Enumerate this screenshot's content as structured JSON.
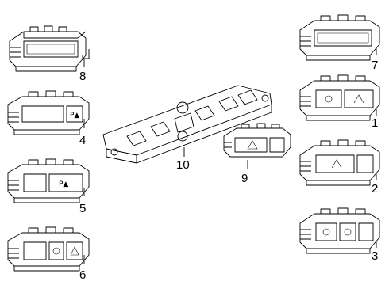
{
  "diagram": {
    "parts": [
      {
        "id": "switch-8",
        "label": "8",
        "kind": "display-switch"
      },
      {
        "id": "switch-4",
        "label": "4",
        "kind": "parking-switch"
      },
      {
        "id": "switch-5",
        "label": "5",
        "kind": "parking-switch"
      },
      {
        "id": "switch-6",
        "label": "6",
        "kind": "triple-switch"
      },
      {
        "id": "bracket-10",
        "label": "10",
        "kind": "mounting-bracket"
      },
      {
        "id": "switch-9",
        "label": "9",
        "kind": "hazard-switch"
      },
      {
        "id": "switch-7",
        "label": "7",
        "kind": "display-switch"
      },
      {
        "id": "switch-1",
        "label": "1",
        "kind": "dual-switch"
      },
      {
        "id": "switch-2",
        "label": "2",
        "kind": "dual-switch"
      },
      {
        "id": "switch-3",
        "label": "3",
        "kind": "triple-switch"
      }
    ]
  }
}
